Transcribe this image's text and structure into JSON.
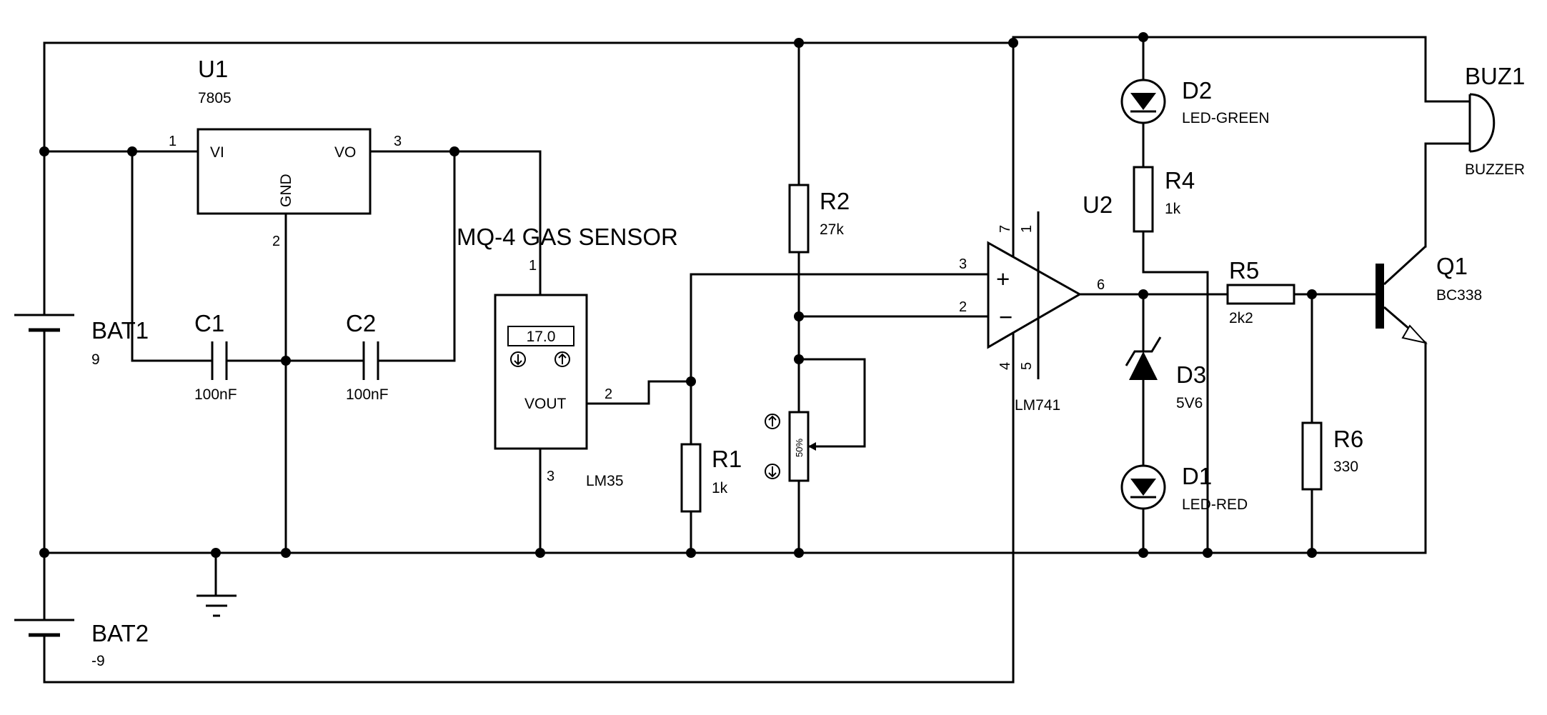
{
  "components": {
    "u1": {
      "ref": "U1",
      "value": "7805",
      "pin_vi": "VI",
      "pin_vo": "VO",
      "pin_gnd": "GND",
      "pin1": "1",
      "pin2": "2",
      "pin3": "3"
    },
    "bat1": {
      "ref": "BAT1",
      "value": "9"
    },
    "bat2": {
      "ref": "BAT2",
      "value": "-9"
    },
    "c1": {
      "ref": "C1",
      "value": "100nF"
    },
    "c2": {
      "ref": "C2",
      "value": "100nF"
    },
    "sensor": {
      "title": "MQ-4 GAS SENSOR",
      "value": "LM35",
      "display": "17.0",
      "pin_vout": "VOUT",
      "pin1": "1",
      "pin2": "2",
      "pin3": "3"
    },
    "r1": {
      "ref": "R1",
      "value": "1k"
    },
    "r2": {
      "ref": "R2",
      "value": "27k"
    },
    "pot": {
      "label": "50%"
    },
    "u2": {
      "ref": "U2",
      "value": "LM741",
      "plus": "+",
      "minus": "−",
      "pin2": "2",
      "pin3": "3",
      "pin4": "4",
      "pin5": "5",
      "pin6": "6",
      "pin7": "7",
      "pin1": "1"
    },
    "d2": {
      "ref": "D2",
      "value": "LED-GREEN"
    },
    "r4": {
      "ref": "R4",
      "value": "1k"
    },
    "r5": {
      "ref": "R5",
      "value": "2k2"
    },
    "d3": {
      "ref": "D3",
      "value": "5V6"
    },
    "d1": {
      "ref": "D1",
      "value": "LED-RED"
    },
    "r6": {
      "ref": "R6",
      "value": "330"
    },
    "q1": {
      "ref": "Q1",
      "value": "BC338"
    },
    "buz1": {
      "ref": "BUZ1",
      "value": "BUZZER"
    }
  }
}
